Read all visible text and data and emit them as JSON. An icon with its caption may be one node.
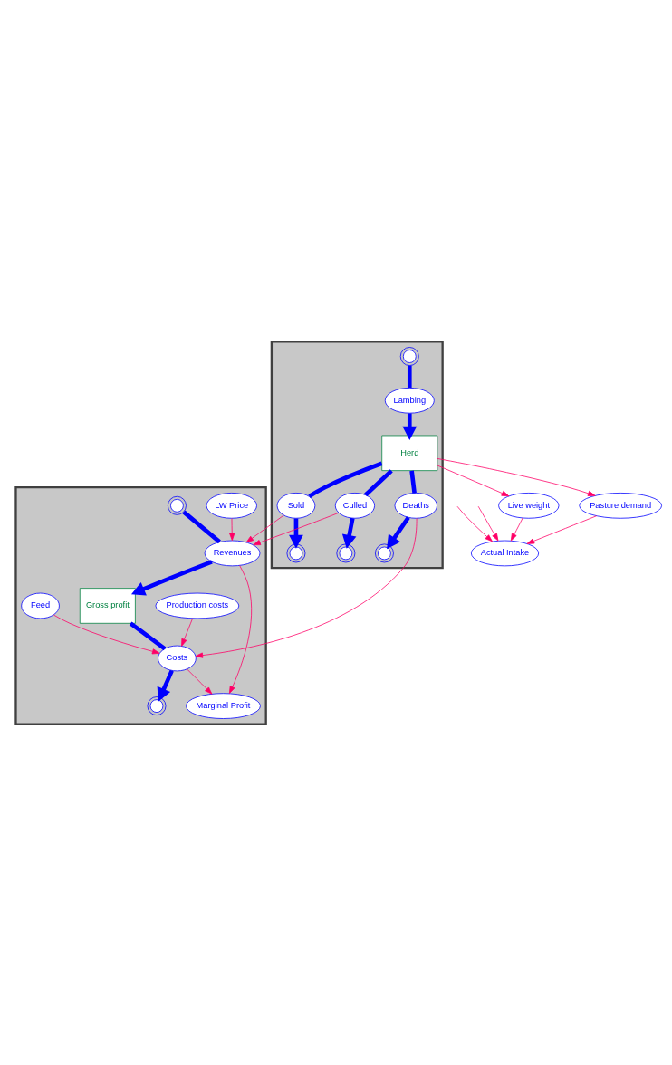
{
  "diagram": {
    "nodes": [
      {
        "text": [
          "Actual Intake"
        ]
      },
      {
        "text": [
          "Pasture demand"
        ]
      },
      {
        "text": [
          "Live weight"
        ]
      },
      {
        "text": [],
        "shape": "box"
      },
      {
        "text": [
          "Deaths"
        ],
        "in": 3
      },
      {
        "text": [],
        "shape": "cloud",
        "in": 3
      },
      {
        "text": [
          "Herd"
        ],
        "in": 3
      },
      {
        "text": [],
        "shape": "cloud",
        "in": 3
      },
      {
        "text": [
          "Lambing"
        ],
        "in": 3
      },
      {
        "text": [
          "Sold"
        ],
        "in": 3
      },
      {
        "text": [],
        "shape": "cloud",
        "in": 3
      },
      {
        "text": [
          "Culled"
        ],
        "in": 3
      },
      {
        "text": [],
        "shape": "cloud",
        "in": 3
      },
      {
        "text": [],
        "shape": "box"
      },
      {
        "text": [
          "LW Price"
        ],
        "in": 13
      },
      {
        "text": [
          "Production costs"
        ],
        "in": 13
      },
      {
        "text": [
          "Gross profit"
        ],
        "in": 13
      },
      {
        "text": [],
        "shape": "cloud",
        "in": 13
      },
      {
        "text": [
          "Revenues"
        ],
        "in": 13
      },
      {
        "text": [
          "Costs"
        ],
        "in": 13
      },
      {
        "text": [],
        "shape": "cloud",
        "in": 13
      },
      {
        "text": [
          "Feed"
        ],
        "in": 13
      },
      {
        "text": [
          "Marginal Profit"
        ],
        "in": 13
      }
    ],
    "edges": [
      {
        "from": null,
        "to": 0,
        "arrow": "to"
      },
      {
        "from": null,
        "to": 0,
        "arrow": "to"
      },
      {
        "from": 1,
        "to": 0,
        "arrow": "to"
      },
      {
        "from": 2,
        "to": 0,
        "arrow": "to"
      },
      {
        "from": 6,
        "to": 1,
        "arrow": "to"
      },
      {
        "from": 6,
        "to": 2,
        "arrow": "to"
      },
      {
        "from": 6,
        "to": 4,
        "arrow": "none",
        "style": "thick",
        "color": "#0000ff"
      },
      {
        "from": 4,
        "to": 5,
        "arrow": "to",
        "style": "thick",
        "color": "#0000ff"
      },
      {
        "from": 7,
        "to": 8,
        "arrow": "none",
        "style": "thick",
        "color": "#0000ff"
      },
      {
        "from": 8,
        "to": 6,
        "arrow": "to",
        "style": "thick",
        "color": "#0000ff"
      },
      {
        "from": 6,
        "to": 9,
        "arrow": "none",
        "style": "thick",
        "color": "#0000ff"
      },
      {
        "from": 9,
        "to": 10,
        "arrow": "to",
        "style": "thick",
        "color": "#0000ff"
      },
      {
        "from": 6,
        "to": 11,
        "arrow": "none",
        "style": "thick",
        "color": "#0000ff"
      },
      {
        "from": 11,
        "to": 12,
        "arrow": "to",
        "style": "thick",
        "color": "#0000ff"
      },
      {
        "from": 4,
        "to": 19,
        "arrow": "to"
      },
      {
        "from": 9,
        "to": 18,
        "arrow": "to"
      },
      {
        "from": 11,
        "to": 18,
        "arrow": "to"
      },
      {
        "from": 14,
        "to": 18,
        "arrow": "to"
      },
      {
        "from": 15,
        "to": 19,
        "arrow": "to"
      },
      {
        "from": 17,
        "to": 18,
        "arrow": "none",
        "style": "thick",
        "color": "#0000ff"
      },
      {
        "from": 18,
        "to": 16,
        "arrow": "to",
        "style": "thick",
        "color": "#0000ff"
      },
      {
        "from": 16,
        "to": 19,
        "arrow": "none",
        "style": "thick",
        "color": "#0000ff"
      },
      {
        "from": 19,
        "to": 20,
        "arrow": "to",
        "style": "thick",
        "color": "#0000ff"
      },
      {
        "from": 21,
        "to": 19,
        "arrow": "to"
      },
      {
        "from": 18,
        "to": 22,
        "arrow": "to"
      },
      {
        "from": 19,
        "to": 22,
        "arrow": "to"
      }
    ]
  }
}
